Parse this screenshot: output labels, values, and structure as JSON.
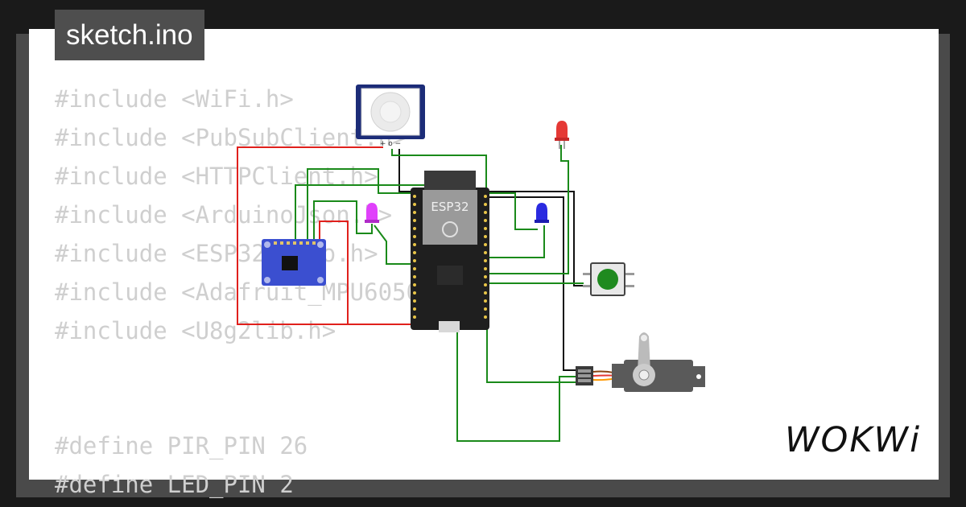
{
  "title_tab": {
    "label": "sketch.ino"
  },
  "code_lines": [
    "#include <WiFi.h>",
    "#include <PubSubClient.h>",
    "#include <HTTPClient.h>",
    "#include <ArduinoJson.h>",
    "#include <ESP32Servo.h>",
    "#include <Adafruit_MPU6050.h>",
    "#include <U8g2lib.h>",
    "",
    "",
    "#define PIR_PIN 26",
    "#define LED_PIN 2"
  ],
  "board": {
    "label": "ESP32"
  },
  "pir": {
    "pin_label": "+ o −"
  },
  "brand": {
    "logo_text": "WOKWi"
  },
  "colors": {
    "wire_red": "#e0201c",
    "wire_green": "#1a8a1a",
    "wire_black": "#111111",
    "led_red": "#e53935",
    "led_magenta": "#e040fb",
    "led_blue": "#2a2ae0",
    "button_green": "#1f8a1f",
    "mpu_blue": "#3b4fd0",
    "pir_navy": "#1c2c78",
    "servo_gray": "#5a5a5a"
  },
  "icons": [
    "pir-sensor-icon",
    "led-icon",
    "pushbutton-icon",
    "servo-icon",
    "esp32-board-icon",
    "mpu6050-module-icon"
  ]
}
